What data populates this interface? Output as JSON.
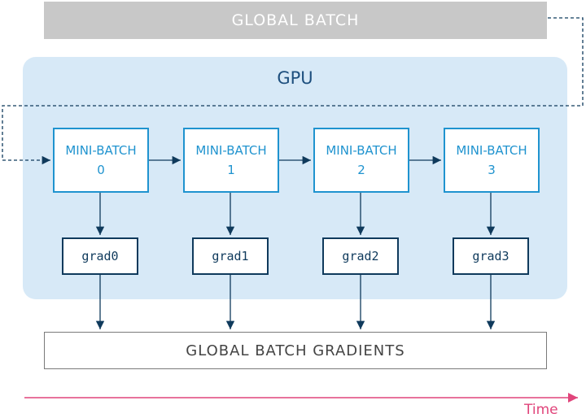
{
  "global_batch_label": "GLOBAL BATCH",
  "gpu_label": "GPU",
  "mini_batches": [
    {
      "line1": "MINI-BATCH",
      "line2": "0"
    },
    {
      "line1": "MINI-BATCH",
      "line2": "1"
    },
    {
      "line1": "MINI-BATCH",
      "line2": "2"
    },
    {
      "line1": "MINI-BATCH",
      "line2": "3"
    }
  ],
  "grads": [
    "grad0",
    "grad1",
    "grad2",
    "grad3"
  ],
  "global_batch_gradients_label": "GLOBAL BATCH GRADIENTS",
  "time_label": "Time",
  "colors": {
    "accent_blue": "#1f93cf",
    "dark_blue": "#0f3a5c",
    "time_pink": "#e0457b",
    "gpu_panel": "#d7e9f7",
    "global_batch_gray": "#c8c8c8"
  }
}
